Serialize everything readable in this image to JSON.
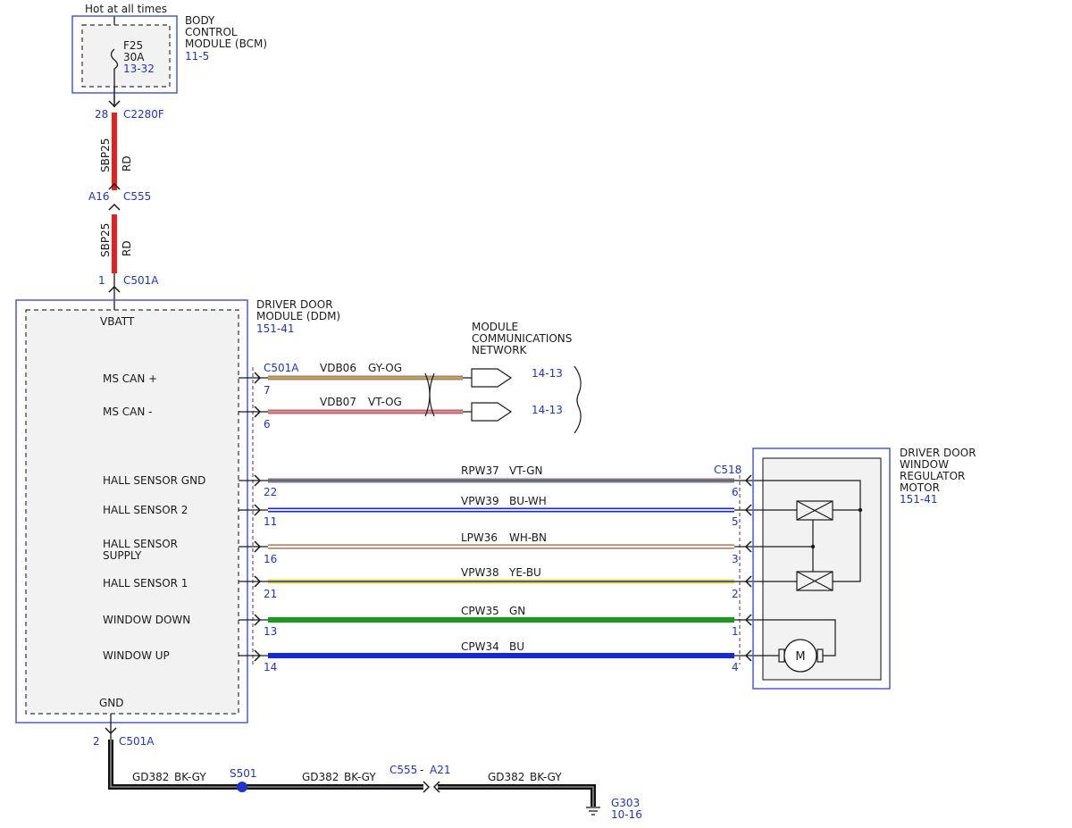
{
  "colors": {
    "RD": "#e62020",
    "GY": "#8a8a8a",
    "OG": "#e8a020",
    "VT": "#b05cc0",
    "GN": "#1a9a1a",
    "BU": "#1428e0",
    "WH": "#ffffff",
    "BN": "#a05a2c",
    "YE": "#f0e020",
    "BK": "#111111",
    "connector": "#1f33cc"
  },
  "top_label": "Hot at all times",
  "bcm": {
    "name_lines": [
      "BODY",
      "CONTROL",
      "MODULE (BCM)"
    ],
    "ref": "11-5",
    "fuse": {
      "id": "F25",
      "rating": "30A",
      "ref": "13-32"
    }
  },
  "feed": {
    "c1": {
      "pin": "28",
      "name": "C2280F"
    },
    "wire1": {
      "circuit": "SBP25",
      "color": "RD"
    },
    "c2": {
      "pin": "A16",
      "name": "C555"
    },
    "wire2": {
      "circuit": "SBP25",
      "color": "RD"
    },
    "c3": {
      "pin": "1",
      "name": "C501A"
    }
  },
  "ddm": {
    "name_lines": [
      "DRIVER DOOR",
      "MODULE (DDM)"
    ],
    "ref": "151-41",
    "vbatt": "VBATT",
    "gnd": "GND",
    "signals": [
      "MS CAN +",
      "MS CAN -",
      "HALL SENSOR GND",
      "HALL SENSOR 2",
      "HALL SENSOR",
      "SUPPLY",
      "HALL SENSOR 1",
      "WINDOW DOWN",
      "WINDOW UP"
    ]
  },
  "network": {
    "label_lines": [
      "MODULE",
      "COMMUNICATIONS",
      "NETWORK"
    ],
    "connector": "C501A",
    "wires": [
      {
        "pin": "7",
        "circuit": "VDB06",
        "color": "GY-OG",
        "ref": "14-13"
      },
      {
        "pin": "6",
        "circuit": "VDB07",
        "color": "VT-OG",
        "ref": "14-13"
      }
    ]
  },
  "motor_wires": {
    "connector": "C518",
    "wires": [
      {
        "left_pin": "22",
        "circuit": "RPW37",
        "color": "VT-GN",
        "right_pin": "6"
      },
      {
        "left_pin": "11",
        "circuit": "VPW39",
        "color": "BU-WH",
        "right_pin": "5"
      },
      {
        "left_pin": "16",
        "circuit": "LPW36",
        "color": "WH-BN",
        "right_pin": "3"
      },
      {
        "left_pin": "21",
        "circuit": "VPW38",
        "color": "YE-BU",
        "right_pin": "2"
      },
      {
        "left_pin": "13",
        "circuit": "CPW35",
        "color": "GN",
        "right_pin": "1"
      },
      {
        "left_pin": "14",
        "circuit": "CPW34",
        "color": "BU",
        "right_pin": "4"
      }
    ]
  },
  "motor": {
    "name_lines": [
      "DRIVER DOOR",
      "WINDOW",
      "REGULATOR",
      "MOTOR"
    ],
    "ref": "151-41",
    "symbol": "M"
  },
  "ground": {
    "pin": "2",
    "connector": "C501A",
    "seg1": {
      "circuit": "GD382",
      "color": "BK-GY"
    },
    "splice": "S501",
    "seg2": {
      "circuit": "GD382",
      "color": "BK-GY"
    },
    "inline_conn": "C555",
    "inline_sep": "-",
    "inline_pin": "A21",
    "seg3": {
      "circuit": "GD382",
      "color": "BK-GY"
    },
    "point": "G303",
    "ref": "10-16"
  }
}
